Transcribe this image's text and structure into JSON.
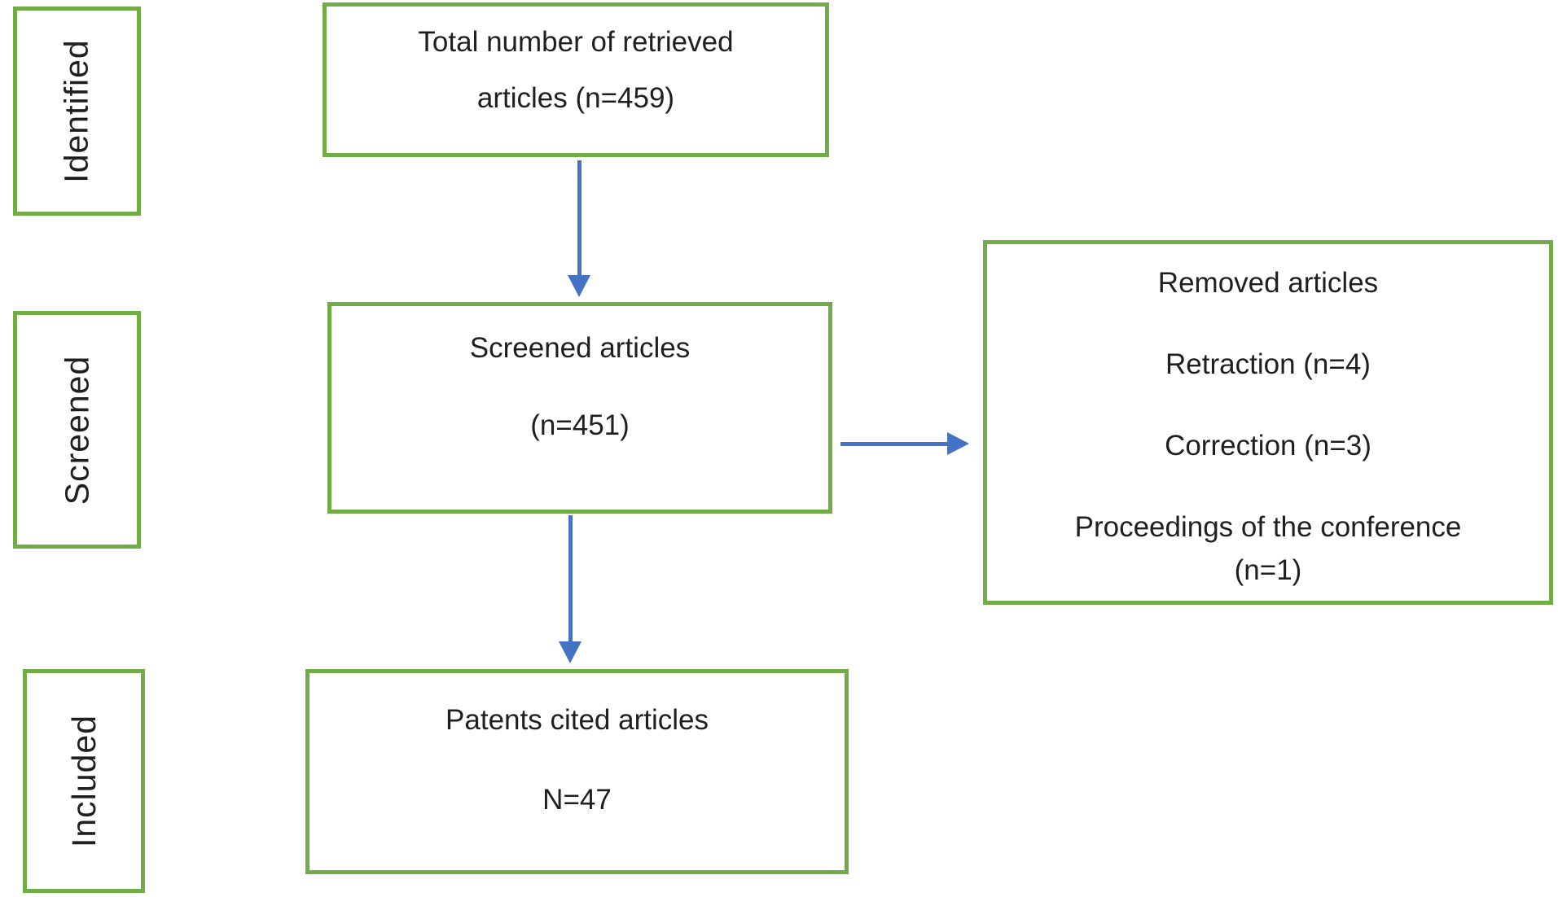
{
  "stages": [
    {
      "label": "Identified"
    },
    {
      "label": "Screened"
    },
    {
      "label": "Included"
    }
  ],
  "boxes": {
    "retrieved": {
      "line1": "Total number of retrieved",
      "line2": "articles (n=459)"
    },
    "screened": {
      "line1": "Screened articles",
      "line2": "(n=451)"
    },
    "removed": {
      "title": "Removed articles",
      "reason1": "Retraction (n=4)",
      "reason2": "Correction (n=3)",
      "reason3_line1": "Proceedings of the conference",
      "reason3_line2": "(n=1)"
    },
    "included": {
      "line1": "Patents cited articles",
      "line2": "N=47"
    }
  },
  "colors": {
    "box_border": "#70ad47",
    "arrow": "#4472c4",
    "text": "#1f1f1f",
    "background": "#ffffff"
  }
}
